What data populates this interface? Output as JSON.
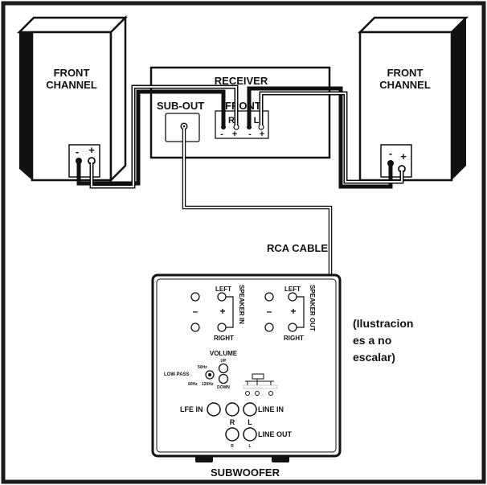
{
  "speakers": {
    "left": {
      "line1": "FRONT",
      "line2": "CHANNEL",
      "neg": "-",
      "pos": "+"
    },
    "right": {
      "line1": "FRONT",
      "line2": "CHANNEL",
      "neg": "-",
      "pos": "+"
    }
  },
  "receiver": {
    "title": "RECEIVER",
    "sub_out": "SUB-OUT",
    "front": "FRONT",
    "r": "R",
    "l": "L",
    "signs": [
      "-",
      "+",
      "-",
      "+"
    ]
  },
  "cable_label": "RCA CABLE",
  "note": {
    "line1": "(Ilustracion",
    "line2": "es a no",
    "line3": "escalar)"
  },
  "subwoofer": {
    "name": "SUBWOOFER",
    "speaker_in": "SPEAKER IN",
    "speaker_out": "SPEAKER OUT",
    "left": "LEFT",
    "right": "RIGHT",
    "minus": "–",
    "plus": "+",
    "volume": "VOLUME",
    "up": "UP",
    "down": "DOWN",
    "low_pass": "LOW PASS",
    "hz50": "50Hz",
    "hz60": "60Hz",
    "hz120": "120Hz",
    "lfe_in": "LFE IN",
    "line_in": "LINE IN",
    "line_out": "LINE OUT",
    "r": "R",
    "l": "L"
  },
  "colors": {
    "frame": "#1a1a1a",
    "cable_dark": "#111111",
    "cable_light": "#f2f2f2"
  }
}
